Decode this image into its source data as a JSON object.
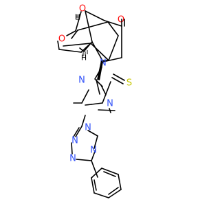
{
  "colors": {
    "bond": "#000000",
    "oxygen": "#ff0d0d",
    "nitrogen": "#3050f8",
    "sulfur": "#c6c600",
    "hydrogen": "#000000"
  },
  "atoms": {
    "o_bridge": "O",
    "o_ring": "O",
    "o_ketone": "O",
    "h_bridgehead_upper": "H",
    "h_bridgehead_lower": "H",
    "n_triazole_1": "N",
    "n_triazole_2": "N",
    "n_triazole_4": "N",
    "s_thione": "S",
    "n_tetrazole_1": "N",
    "n_tetrazole_2": "N",
    "n_tetrazole_3": "N",
    "n_tetrazole_4": "N"
  }
}
